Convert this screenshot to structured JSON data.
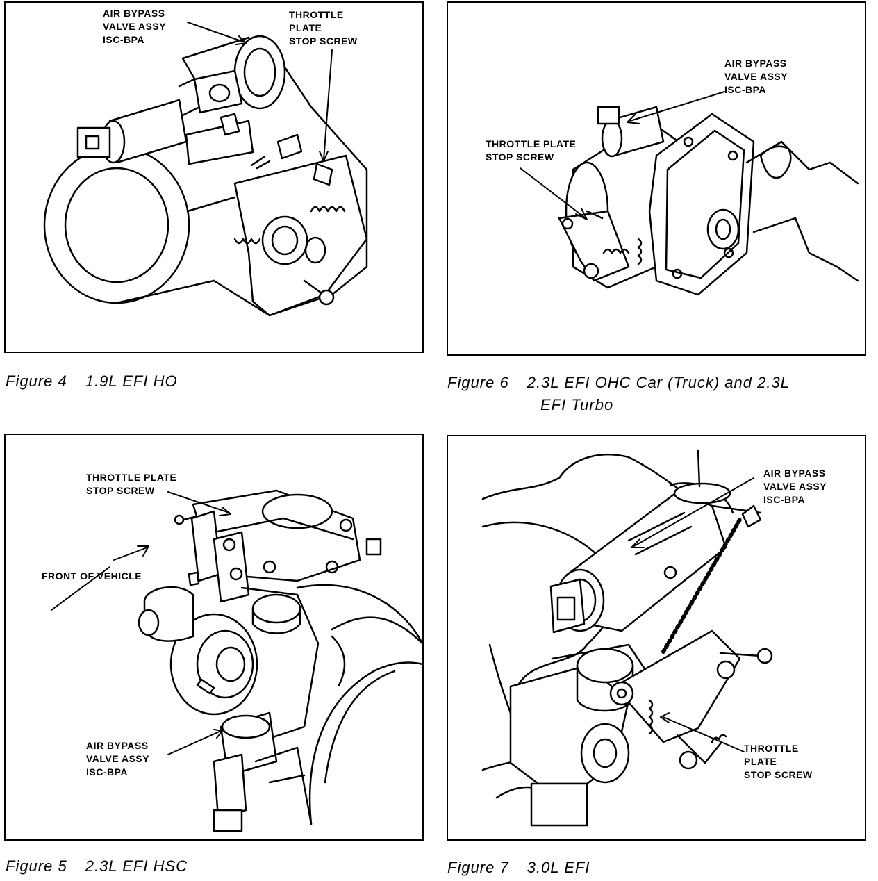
{
  "figures": [
    {
      "caption_number": "Figure 4",
      "caption_title": "1.9L  EFI  HO",
      "labels": {
        "air_bypass": "AIR BYPASS\nVALVE ASSY\nISC-BPA",
        "throttle_stop": "THROTTLE\nPLATE\nSTOP SCREW"
      }
    },
    {
      "caption_number": "Figure 6",
      "caption_title_line1": "2.3L  EFI  OHC Car (Truck)  and  2.3L",
      "caption_title_line2": "EFI  Turbo",
      "labels": {
        "air_bypass": "AIR BYPASS\nVALVE ASSY\nISC-BPA",
        "throttle_stop": "THROTTLE PLATE\nSTOP SCREW"
      }
    },
    {
      "caption_number": "Figure 5",
      "caption_title": "2.3L  EFI  HSC",
      "labels": {
        "throttle_stop": "THROTTLE PLATE\nSTOP SCREW",
        "front": "FRONT OF VEHICLE",
        "air_bypass": "AIR BYPASS\nVALVE ASSY\nISC-BPA"
      }
    },
    {
      "caption_number": "Figure 7",
      "caption_title": "3.0L  EFI",
      "labels": {
        "air_bypass": "AIR BYPASS\nVALVE ASSY\nISC-BPA",
        "throttle_stop": "THROTTLE\nPLATE\nSTOP SCREW"
      }
    }
  ],
  "line_color": "#000000",
  "background_color": "#ffffff"
}
